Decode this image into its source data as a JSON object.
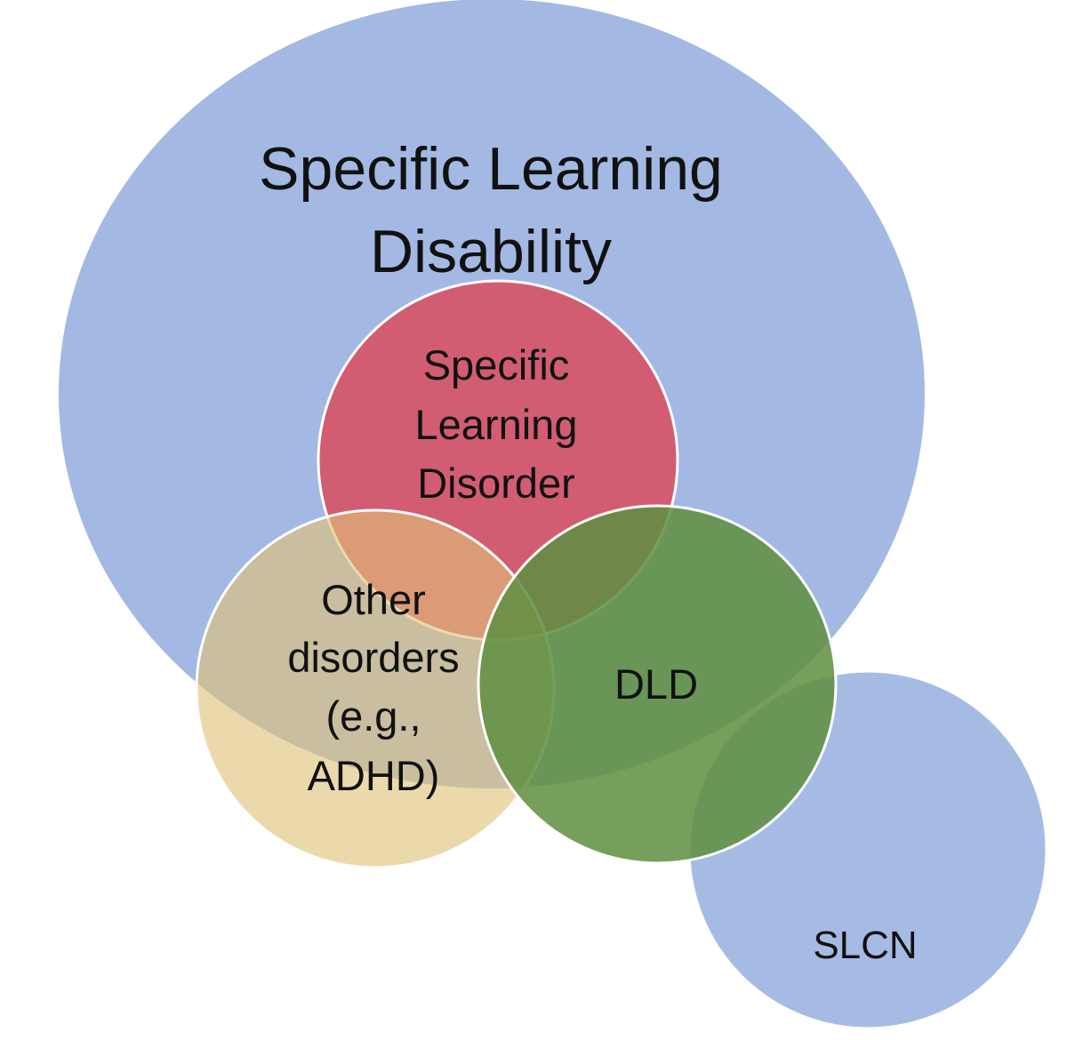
{
  "sets": {
    "sld_disability": {
      "lines": [
        "Specific Learning",
        "Disability"
      ],
      "color": "#A3B9E3"
    },
    "slcn": {
      "lines": [
        "SLCN"
      ],
      "color": "#A3B9E3"
    },
    "sld_disorder": {
      "lines": [
        "Specific",
        "Learning",
        "Disorder"
      ],
      "color": "#D35A6E"
    },
    "other": {
      "lines": [
        "Other",
        "disorders",
        "(e.g.,",
        "ADHD)"
      ],
      "color": "#E0C277"
    },
    "dld": {
      "lines": [
        "DLD"
      ],
      "color": "#5F8F40"
    }
  }
}
